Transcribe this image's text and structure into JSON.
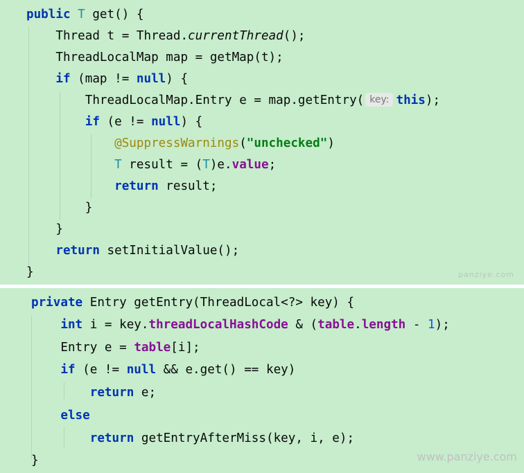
{
  "snippet1": {
    "lines": [
      {
        "pre": "",
        "public": "public",
        "space1": " ",
        "T": "T",
        "rest": " get() {"
      },
      {
        "pre": "    ",
        "a": "Thread t = Thread.",
        "b": "currentThread",
        "c": "();"
      },
      {
        "pre": "    ",
        "text": "ThreadLocalMap map = getMap(t);"
      },
      {
        "pre": "    ",
        "if": "if",
        "a": " (map != ",
        "null": "null",
        "b": ") {"
      },
      {
        "pre": "        ",
        "a": "ThreadLocalMap.Entry e = map.getEntry(",
        "hint": "key:",
        "this": "this",
        "b": ");"
      },
      {
        "pre": "        ",
        "if": "if",
        "a": " (e != ",
        "null": "null",
        "b": ") {"
      },
      {
        "pre": "            ",
        "ann": "@SuppressWarnings",
        "a": "(",
        "str": "\"unchecked\"",
        "b": ")"
      },
      {
        "pre": "            ",
        "T1": "T",
        "a": " result = (",
        "T2": "T",
        "b": ")e.",
        "fld": "value",
        "c": ";"
      },
      {
        "pre": "            ",
        "return": "return",
        "a": " result;"
      },
      {
        "pre": "        ",
        "text": "}"
      },
      {
        "pre": "    ",
        "text": "}"
      },
      {
        "pre": "    ",
        "return": "return",
        "a": " setInitialValue();"
      },
      {
        "pre": "",
        "text": "}"
      }
    ],
    "watermark": "panziye.com"
  },
  "snippet2": {
    "lines": [
      {
        "pre": "",
        "private": "private",
        "a": " Entry getEntry(ThreadLocal<?> key) {"
      },
      {
        "pre": "    ",
        "int": "int",
        "a": " i = key.",
        "f1": "threadLocalHashCode",
        "b": " & (",
        "f2": "table",
        "c": ".",
        "f3": "length",
        "d": " - ",
        "num": "1",
        "e": ");"
      },
      {
        "pre": "    ",
        "a": "Entry e = ",
        "f": "table",
        "b": "[i];"
      },
      {
        "pre": "    ",
        "if": "if",
        "a": " (e != ",
        "null": "null",
        "b": " && e.get() == key)"
      },
      {
        "pre": "        ",
        "return": "return",
        "a": " e;"
      },
      {
        "pre": "    ",
        "else": "else"
      },
      {
        "pre": "        ",
        "return": "return",
        "a": " getEntryAfterMiss(key, i, e);"
      },
      {
        "pre": "",
        "text": "}"
      }
    ],
    "watermark": "www.panziye.com"
  },
  "colors": {
    "background": "#c7edcc",
    "keyword": "#0033b3",
    "type_param": "#1f8fa0",
    "field": "#871094",
    "annotation": "#9e880d",
    "string": "#067d17",
    "number": "#1750eb"
  }
}
